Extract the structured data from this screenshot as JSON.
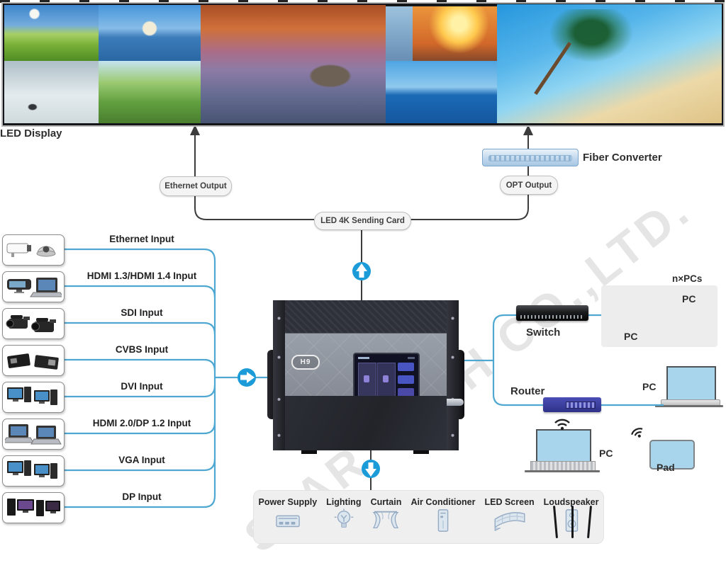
{
  "display": {
    "label": "LED Display"
  },
  "flow": {
    "ethernet_output": "Ethernet Output",
    "opt_output": "OPT Output",
    "fiber_converter": "Fiber Converter",
    "sending_card": "LED 4K Sending Card"
  },
  "inputs": [
    {
      "label": "Ethernet Input",
      "icon": "cctv-cameras-icon"
    },
    {
      "label": "HDMI 1.3/HDMI 1.4 Input",
      "icon": "conference-laptop-icon"
    },
    {
      "label": "SDI Input",
      "icon": "camcorders-icon"
    },
    {
      "label": "CVBS Input",
      "icon": "converter-boxes-icon"
    },
    {
      "label": "DVI Input",
      "icon": "desktop-pcs-icon"
    },
    {
      "label": "HDMI 2.0/DP 1.2 Input",
      "icon": "laptops-icon"
    },
    {
      "label": "VGA Input",
      "icon": "desktop-pcs-icon"
    },
    {
      "label": "DP Input",
      "icon": "desktop-pcs-dark-icon"
    }
  ],
  "processor": {
    "logo": "H9"
  },
  "network": {
    "switch": "Switch",
    "router": "Router",
    "npcs": "n×PCs",
    "pc_a": "PC",
    "pc_b": "PC",
    "pc_c": "PC",
    "pc_d": "PC",
    "pad": "Pad"
  },
  "peripherals": [
    {
      "label": "Power Supply",
      "icon": "power-strip-icon"
    },
    {
      "label": "Lighting",
      "icon": "bulb-icon"
    },
    {
      "label": "Curtain",
      "icon": "curtain-icon"
    },
    {
      "label": "Air Conditioner",
      "icon": "air-conditioner-icon"
    },
    {
      "label": "LED Screen",
      "icon": "led-screen-icon"
    },
    {
      "label": "Loudspeaker",
      "icon": "speaker-icon"
    }
  ],
  "watermark": "STAR TECH CO.,LTD.",
  "colors": {
    "line_blue": "#4fa8d2",
    "arrow_blue": "#1b9cd8",
    "line_dark": "#3c3c3c",
    "router_blue": "#3c3f9f",
    "screen_blue": "#a8d5ec"
  }
}
